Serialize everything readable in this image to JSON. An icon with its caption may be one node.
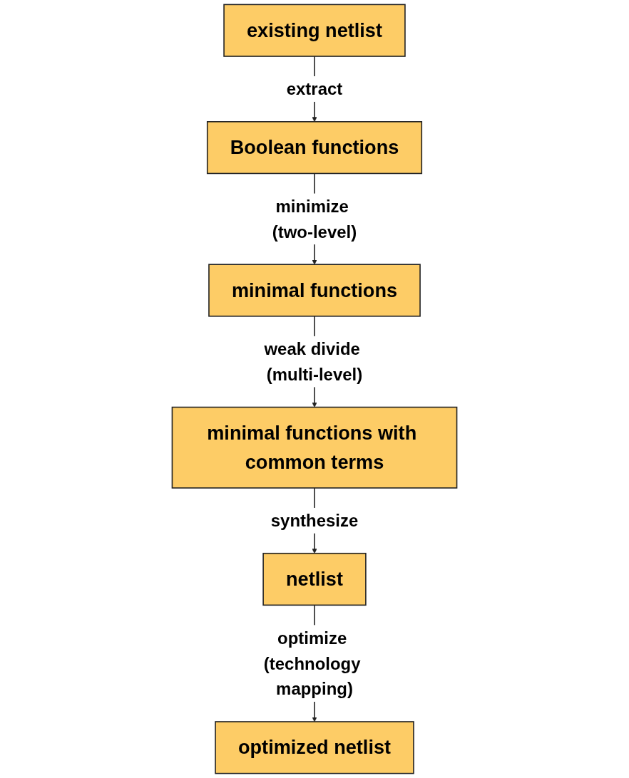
{
  "diagram": {
    "nodes": [
      {
        "text": [
          "existing netlist"
        ]
      },
      {
        "text": [
          "Boolean functions"
        ]
      },
      {
        "text": [
          "minimal functions"
        ]
      },
      {
        "text": [
          "minimal functions with common terms"
        ]
      },
      {
        "text": [
          "netlist"
        ]
      },
      {
        "text": [
          "optimized netlist"
        ]
      }
    ],
    "edges": [
      {
        "from": 0,
        "to": 1,
        "arrow": "to",
        "label": "extract"
      },
      {
        "from": 1,
        "to": 2,
        "arrow": "to",
        "label": "minimize (two-level)"
      },
      {
        "from": 2,
        "to": 3,
        "arrow": "to",
        "label": "weak divide (multi-level)"
      },
      {
        "from": 3,
        "to": 4,
        "arrow": "to",
        "label": "synthesize"
      },
      {
        "from": 4,
        "to": 5,
        "arrow": "to",
        "label": "optimize (technology mapping)"
      }
    ]
  }
}
